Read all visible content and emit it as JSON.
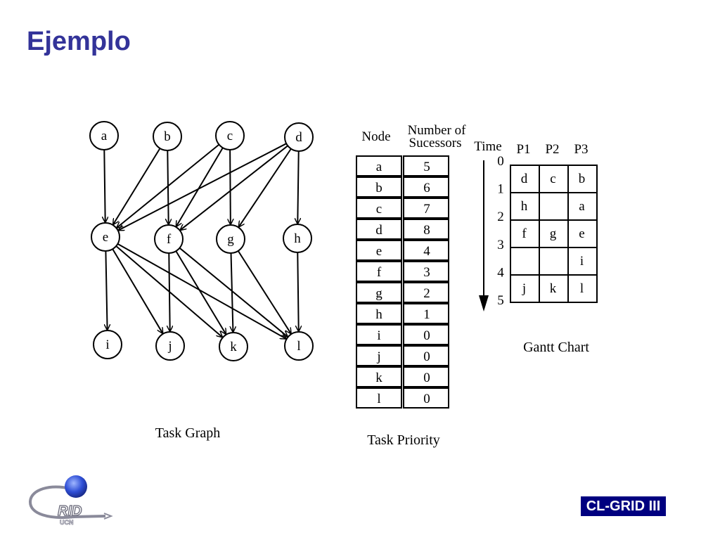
{
  "slide": {
    "title": "Ejemplo",
    "badge": "CL-GRID III"
  },
  "logo": {
    "text": "RID",
    "subtext": "UCN"
  },
  "task_graph": {
    "caption": "Task Graph",
    "nodes": [
      "a",
      "b",
      "c",
      "d",
      "e",
      "f",
      "g",
      "h",
      "i",
      "j",
      "k",
      "l"
    ],
    "edges": [
      [
        "a",
        "e"
      ],
      [
        "b",
        "e"
      ],
      [
        "b",
        "f"
      ],
      [
        "c",
        "e"
      ],
      [
        "c",
        "f"
      ],
      [
        "c",
        "g"
      ],
      [
        "d",
        "e"
      ],
      [
        "d",
        "f"
      ],
      [
        "d",
        "g"
      ],
      [
        "d",
        "h"
      ],
      [
        "e",
        "i"
      ],
      [
        "e",
        "j"
      ],
      [
        "e",
        "k"
      ],
      [
        "e",
        "l"
      ],
      [
        "f",
        "j"
      ],
      [
        "f",
        "k"
      ],
      [
        "f",
        "l"
      ],
      [
        "g",
        "k"
      ],
      [
        "g",
        "l"
      ],
      [
        "h",
        "l"
      ]
    ]
  },
  "task_priority": {
    "caption": "Task Priority",
    "node_header": "Node",
    "successors_header": [
      "Number of",
      "Sucessors"
    ],
    "rows": [
      {
        "node": "a",
        "successors": "5"
      },
      {
        "node": "b",
        "successors": "6"
      },
      {
        "node": "c",
        "successors": "7"
      },
      {
        "node": "d",
        "successors": "8"
      },
      {
        "node": "e",
        "successors": "4"
      },
      {
        "node": "f",
        "successors": "3"
      },
      {
        "node": "g",
        "successors": "2"
      },
      {
        "node": "h",
        "successors": "1"
      },
      {
        "node": "i",
        "successors": "0"
      },
      {
        "node": "j",
        "successors": "0"
      },
      {
        "node": "k",
        "successors": "0"
      },
      {
        "node": "l",
        "successors": "0"
      }
    ]
  },
  "gantt": {
    "caption": "Gantt Chart",
    "time_label": "Time",
    "time_ticks": [
      "0",
      "1",
      "2",
      "3",
      "4",
      "5"
    ],
    "processors": [
      "P1",
      "P2",
      "P3"
    ],
    "grid": [
      [
        "d",
        "c",
        "b"
      ],
      [
        "h",
        "",
        "a"
      ],
      [
        "f",
        "g",
        "e"
      ],
      [
        "",
        "",
        "i"
      ],
      [
        "j",
        "k",
        "l"
      ]
    ]
  }
}
